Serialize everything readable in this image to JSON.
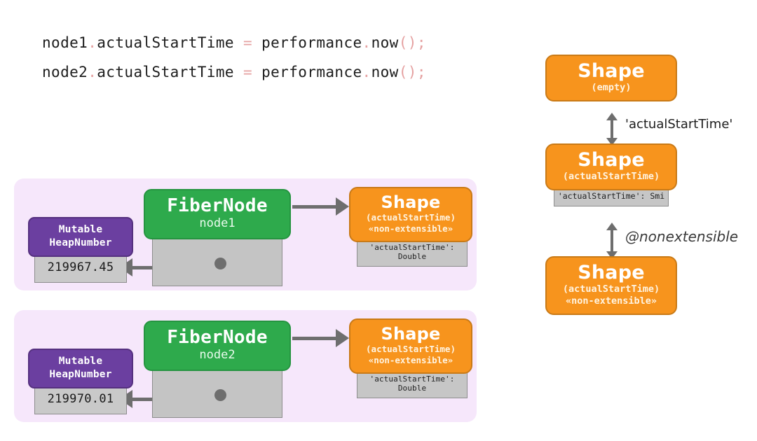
{
  "code": {
    "lines": [
      {
        "obj": "node1",
        "dot": ".",
        "prop": "actualStartTime",
        "eq": "=",
        "target": "performance",
        "dot2": ".",
        "method": "now",
        "parens": "();"
      },
      {
        "obj": "node2",
        "dot": ".",
        "prop": "actualStartTime",
        "eq": "=",
        "target": "performance",
        "dot2": ".",
        "method": "now",
        "parens": "();"
      }
    ]
  },
  "panels": [
    {
      "heap": {
        "title_line1": "Mutable",
        "title_line2": "HeapNumber",
        "value": "219967.45"
      },
      "fiber": {
        "title": "FiberNode",
        "subtitle": "node1"
      },
      "shape": {
        "title": "Shape",
        "sub1": "(actualStartTime)",
        "sub2": "«non-extensible»",
        "prop": "'actualStartTime': Double"
      }
    },
    {
      "heap": {
        "title_line1": "Mutable",
        "title_line2": "HeapNumber",
        "value": "219970.01"
      },
      "fiber": {
        "title": "FiberNode",
        "subtitle": "node2"
      },
      "shape": {
        "title": "Shape",
        "sub1": "(actualStartTime)",
        "sub2": "«non-extensible»",
        "prop": "'actualStartTime': Double"
      }
    }
  ],
  "chain": {
    "shapes": [
      {
        "title": "Shape",
        "sub1": "(empty)",
        "sub2": "",
        "prop": ""
      },
      {
        "title": "Shape",
        "sub1": "(actualStartTime)",
        "sub2": "",
        "prop": "'actualStartTime': Smi"
      },
      {
        "title": "Shape",
        "sub1": "(actualStartTime)",
        "sub2": "«non-extensible»",
        "prop": ""
      }
    ],
    "transitions": [
      {
        "label": "'actualStartTime'"
      },
      {
        "label": "@nonextensible"
      }
    ]
  },
  "colors": {
    "panel_background": "#f6e7fb",
    "shape_orange": "#f7941d",
    "fiber_green": "#2eaa4c",
    "heap_purple": "#6b3fa0",
    "gray_box": "#c6c6c6",
    "arrow_gray": "#6e6e6e",
    "code_punctuation": "#e5a1a1"
  }
}
